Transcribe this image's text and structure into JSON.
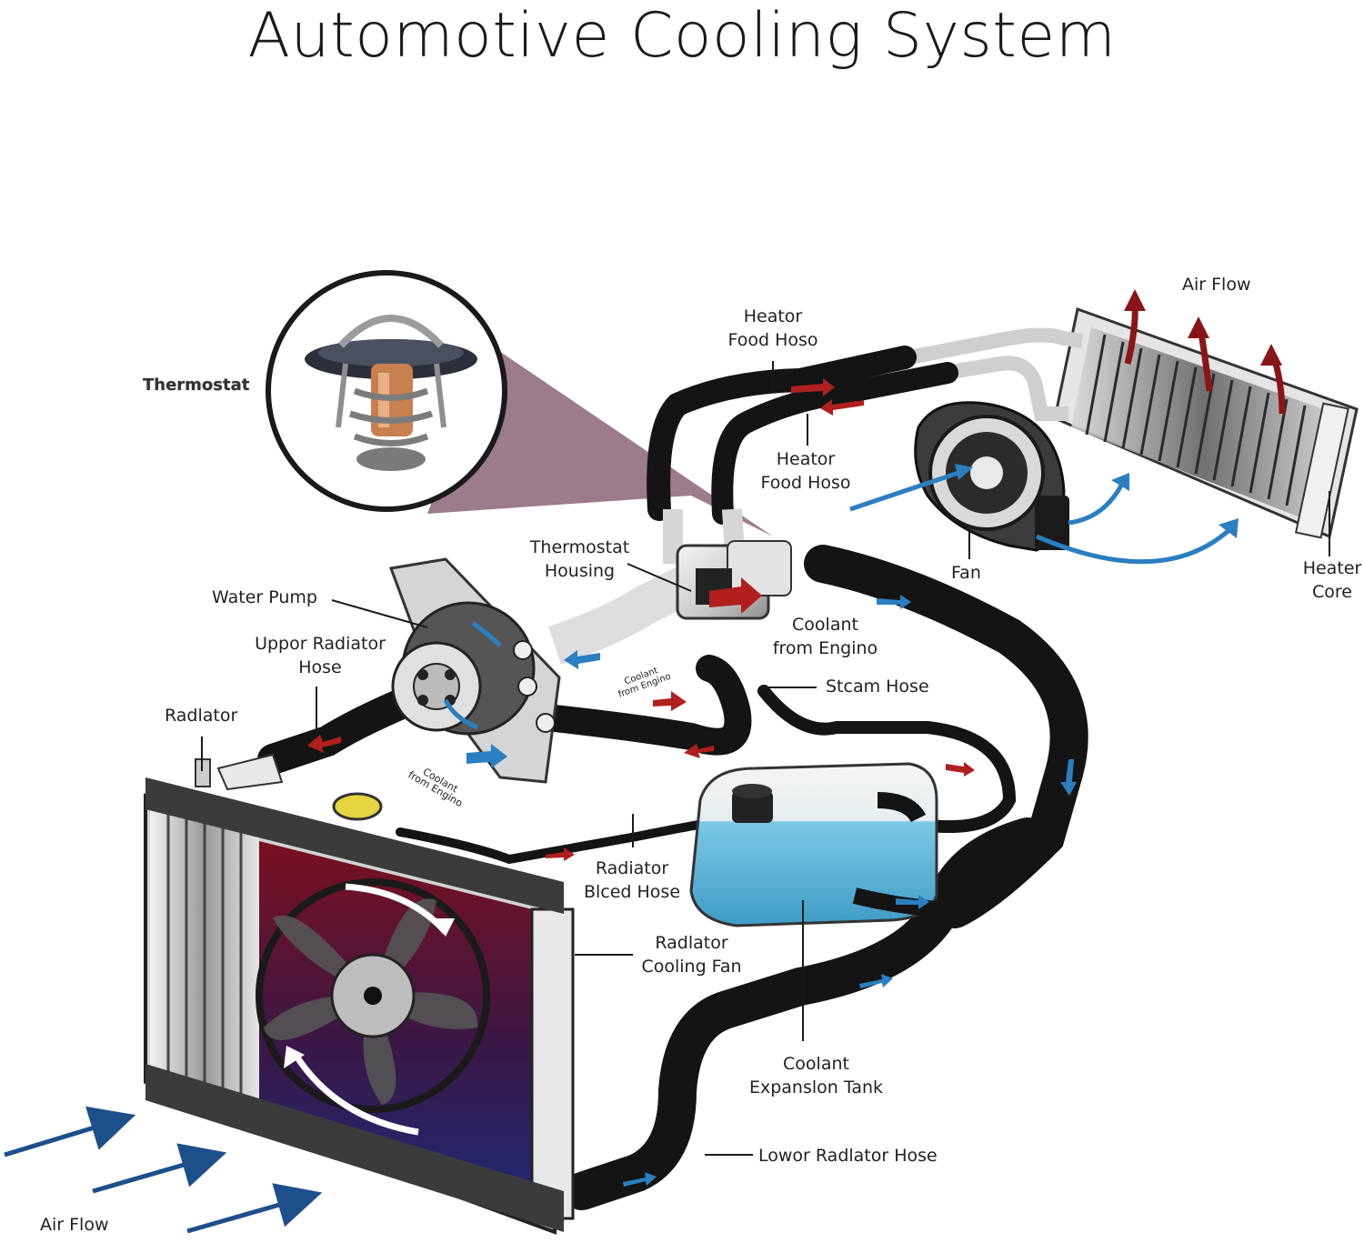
{
  "title": "Automotive Cooling System",
  "labels": {
    "thermostat": "Thermostat",
    "heater_hose_1": [
      "Heator",
      "Food Hoso"
    ],
    "heater_hose_2": [
      "Heator",
      "Food Hoso"
    ],
    "air_flow_top": "Air Flow",
    "thermostat_housing": [
      "Thermostat",
      "Housing"
    ],
    "water_pump": "Water Pump",
    "upper_radiator_hose": [
      "Uppor Radiator",
      "Hose"
    ],
    "radiator": "Radlator",
    "fan": "Fan",
    "heater_core": [
      "Heater",
      "Core"
    ],
    "coolant_from_engine_main": [
      "Coolant",
      "from Engino"
    ],
    "steam_hose": "Stcam Hose",
    "coolant_small_1": [
      "Coolant",
      "from Engino"
    ],
    "coolant_small_2": [
      "Coolant",
      "from Engino"
    ],
    "radiator_bleed_hose": [
      "Radiator",
      "Blced Hose"
    ],
    "radiator_cooling_fan": [
      "Radlator",
      "Cooling Fan"
    ],
    "coolant_expansion_tank": [
      "Coolant",
      "Expanslon Tank"
    ],
    "lower_radiator_hose": "Lowor Radlator Hose",
    "air_flow_bottom": "Air Flow"
  },
  "colors": {
    "hose": "#141414",
    "hot_arrow": "#b0201e",
    "cool_arrow": "#2a7fc0",
    "tank_coolant": "#5fb6d9",
    "magnifier": "#8b6478",
    "radiator_red": "#7a1020",
    "radiator_blue": "#1d2a78"
  }
}
